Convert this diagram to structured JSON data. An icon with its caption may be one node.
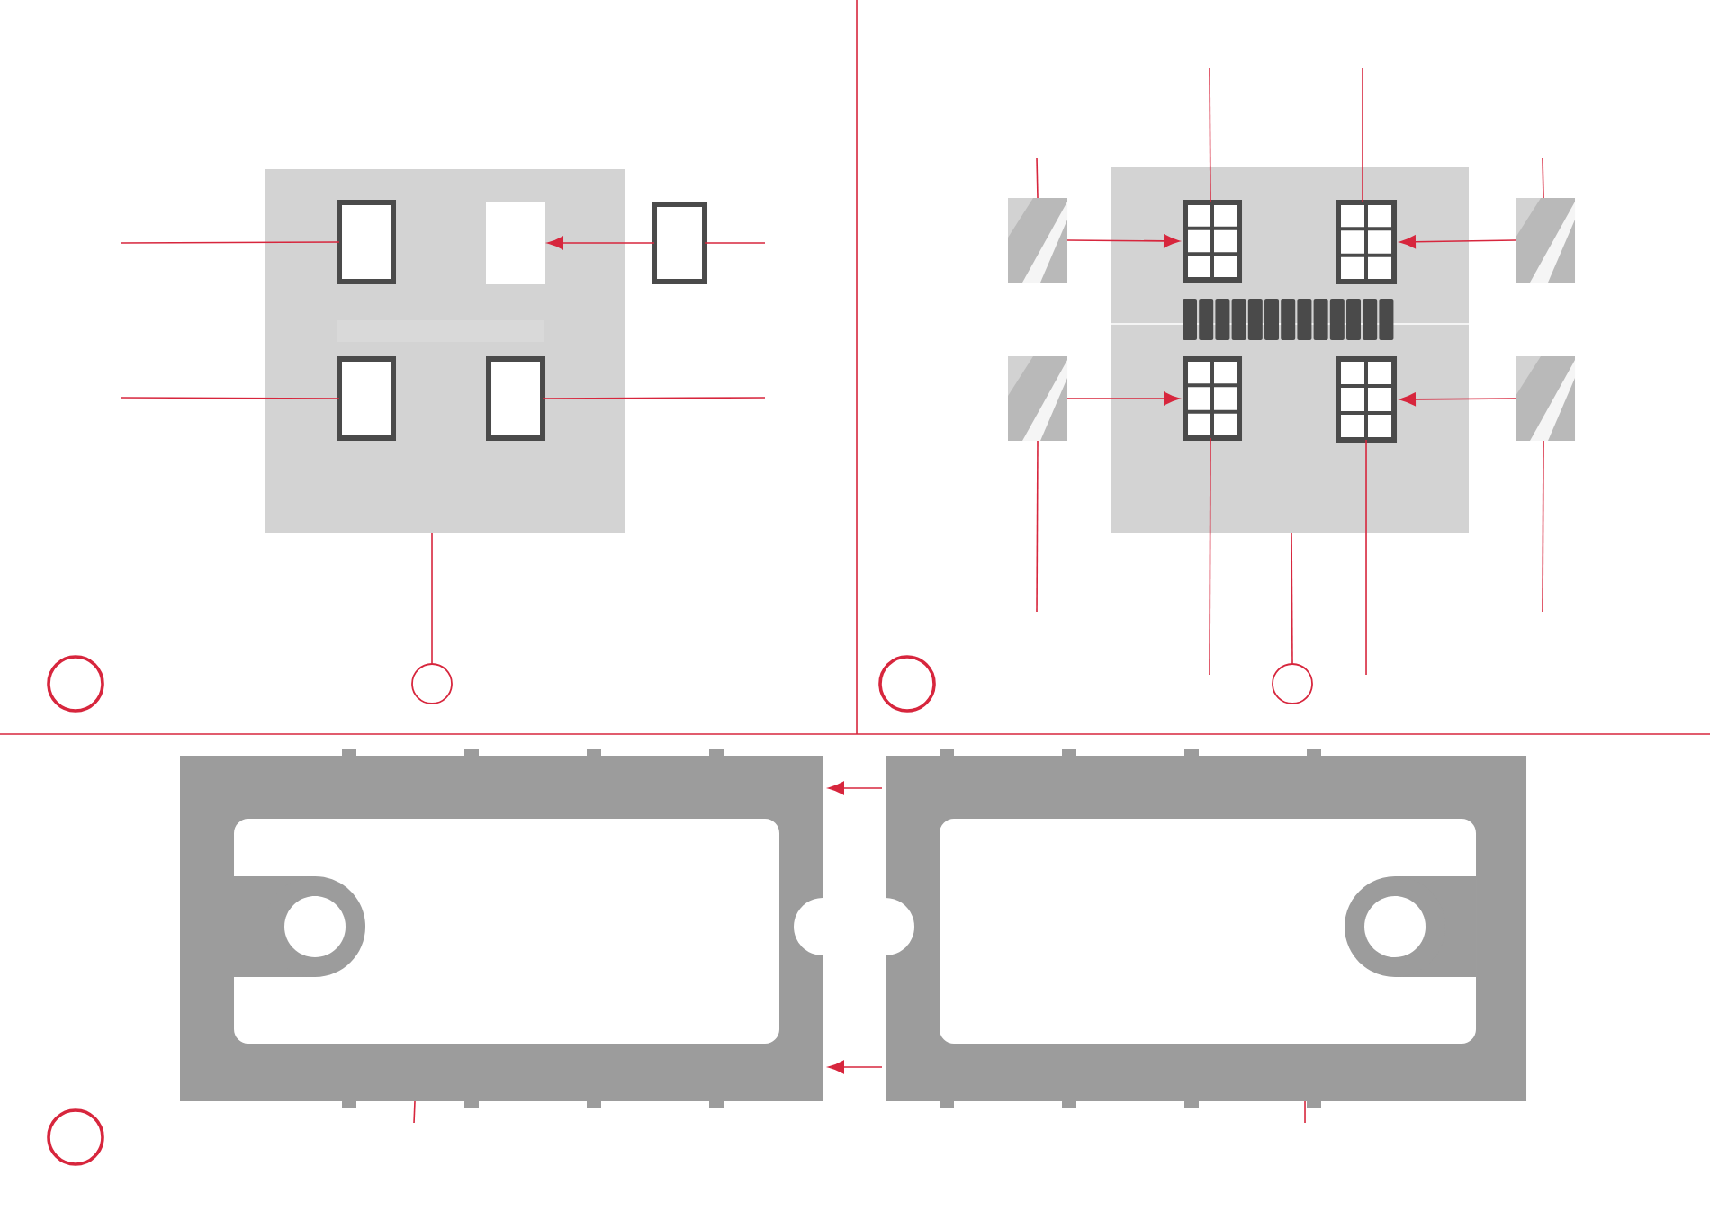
{
  "diagram": {
    "nodes": [
      {
        "text": [],
        "shape": "picture"
      },
      {
        "text": [],
        "shape": "box",
        "in": 0
      },
      {
        "text": [],
        "shape": "box",
        "in": 0
      },
      {
        "text": [],
        "shape": "box"
      },
      {
        "text": [],
        "shape": "box",
        "in": 0
      },
      {
        "text": [],
        "shape": "box",
        "in": 0
      },
      {
        "text": [],
        "shape": "circle"
      },
      {
        "text": [],
        "shape": "circle"
      },
      {
        "text": [],
        "shape": "picture"
      },
      {
        "text": [],
        "shape": "box",
        "in": 8
      },
      {
        "text": [],
        "shape": "box",
        "in": 8
      },
      {
        "text": [],
        "shape": "box",
        "in": 8
      },
      {
        "text": [],
        "shape": "box",
        "in": 8
      },
      {
        "text": [],
        "shape": "picture"
      },
      {
        "text": [],
        "shape": "picture"
      },
      {
        "text": [],
        "shape": "picture"
      },
      {
        "text": [],
        "shape": "picture"
      },
      {
        "text": [],
        "shape": "circle"
      },
      {
        "text": [],
        "shape": "circle"
      },
      {
        "text": [],
        "shape": "picture"
      },
      {
        "text": [],
        "shape": "picture"
      },
      {
        "text": [],
        "shape": "circle"
      }
    ],
    "edges": [
      {
        "from": null,
        "to": 1,
        "arrow": "none"
      },
      {
        "from": null,
        "to": 3,
        "arrow": "none"
      },
      {
        "from": 3,
        "to": 2,
        "arrow": "to"
      },
      {
        "from": null,
        "to": 4,
        "arrow": "none"
      },
      {
        "from": null,
        "to": 5,
        "arrow": "none"
      },
      {
        "from": 0,
        "to": 6,
        "arrow": "none"
      },
      {
        "from": null,
        "to": 9,
        "arrow": "none"
      },
      {
        "from": null,
        "to": 10,
        "arrow": "none"
      },
      {
        "from": null,
        "to": 13,
        "arrow": "none"
      },
      {
        "from": null,
        "to": 14,
        "arrow": "none"
      },
      {
        "from": 13,
        "to": 9,
        "arrow": "to"
      },
      {
        "from": 14,
        "to": 10,
        "arrow": "to"
      },
      {
        "from": 15,
        "to": 11,
        "arrow": "to"
      },
      {
        "from": 16,
        "to": 12,
        "arrow": "to"
      },
      {
        "from": null,
        "to": 11,
        "arrow": "none"
      },
      {
        "from": null,
        "to": 12,
        "arrow": "none"
      },
      {
        "from": null,
        "to": 15,
        "arrow": "none"
      },
      {
        "from": null,
        "to": 16,
        "arrow": "none"
      },
      {
        "from": 8,
        "to": 17,
        "arrow": "none"
      },
      {
        "from": 20,
        "to": 19,
        "arrow": "to"
      },
      {
        "from": 20,
        "to": 19,
        "arrow": "to"
      },
      {
        "from": null,
        "to": 19,
        "arrow": "none"
      },
      {
        "from": null,
        "to": 20,
        "arrow": "none"
      }
    ]
  }
}
